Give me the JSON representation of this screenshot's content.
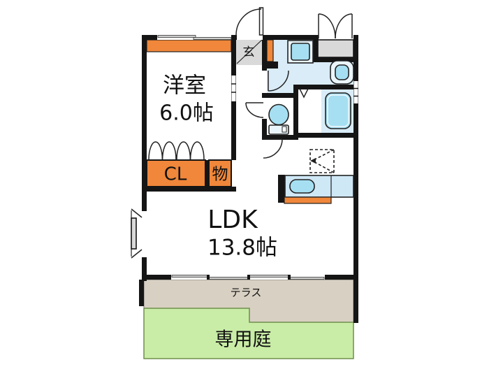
{
  "rooms": {
    "western_room": {
      "name": "洋室",
      "size": "6.0帖"
    },
    "ldk": {
      "name": "LDK",
      "size": "13.8帖"
    },
    "closet": {
      "label": "CL"
    },
    "storage": {
      "label": "物"
    },
    "entrance": {
      "label": "玄"
    },
    "terrace": {
      "label": "テラス"
    },
    "garden": {
      "label": "専用庭"
    }
  },
  "colors": {
    "wall": "#151515",
    "orange": "#f0873a",
    "room_blue": "#d9ecf7",
    "fixture_blue": "#a6dff2",
    "fixture_pale": "#eaf5fb",
    "tile_gray": "#d9d9d9",
    "terrace": "#d8d0c2",
    "garden": "#c9eda6",
    "garden_border": "#6f8f4f",
    "line": "#222222"
  }
}
